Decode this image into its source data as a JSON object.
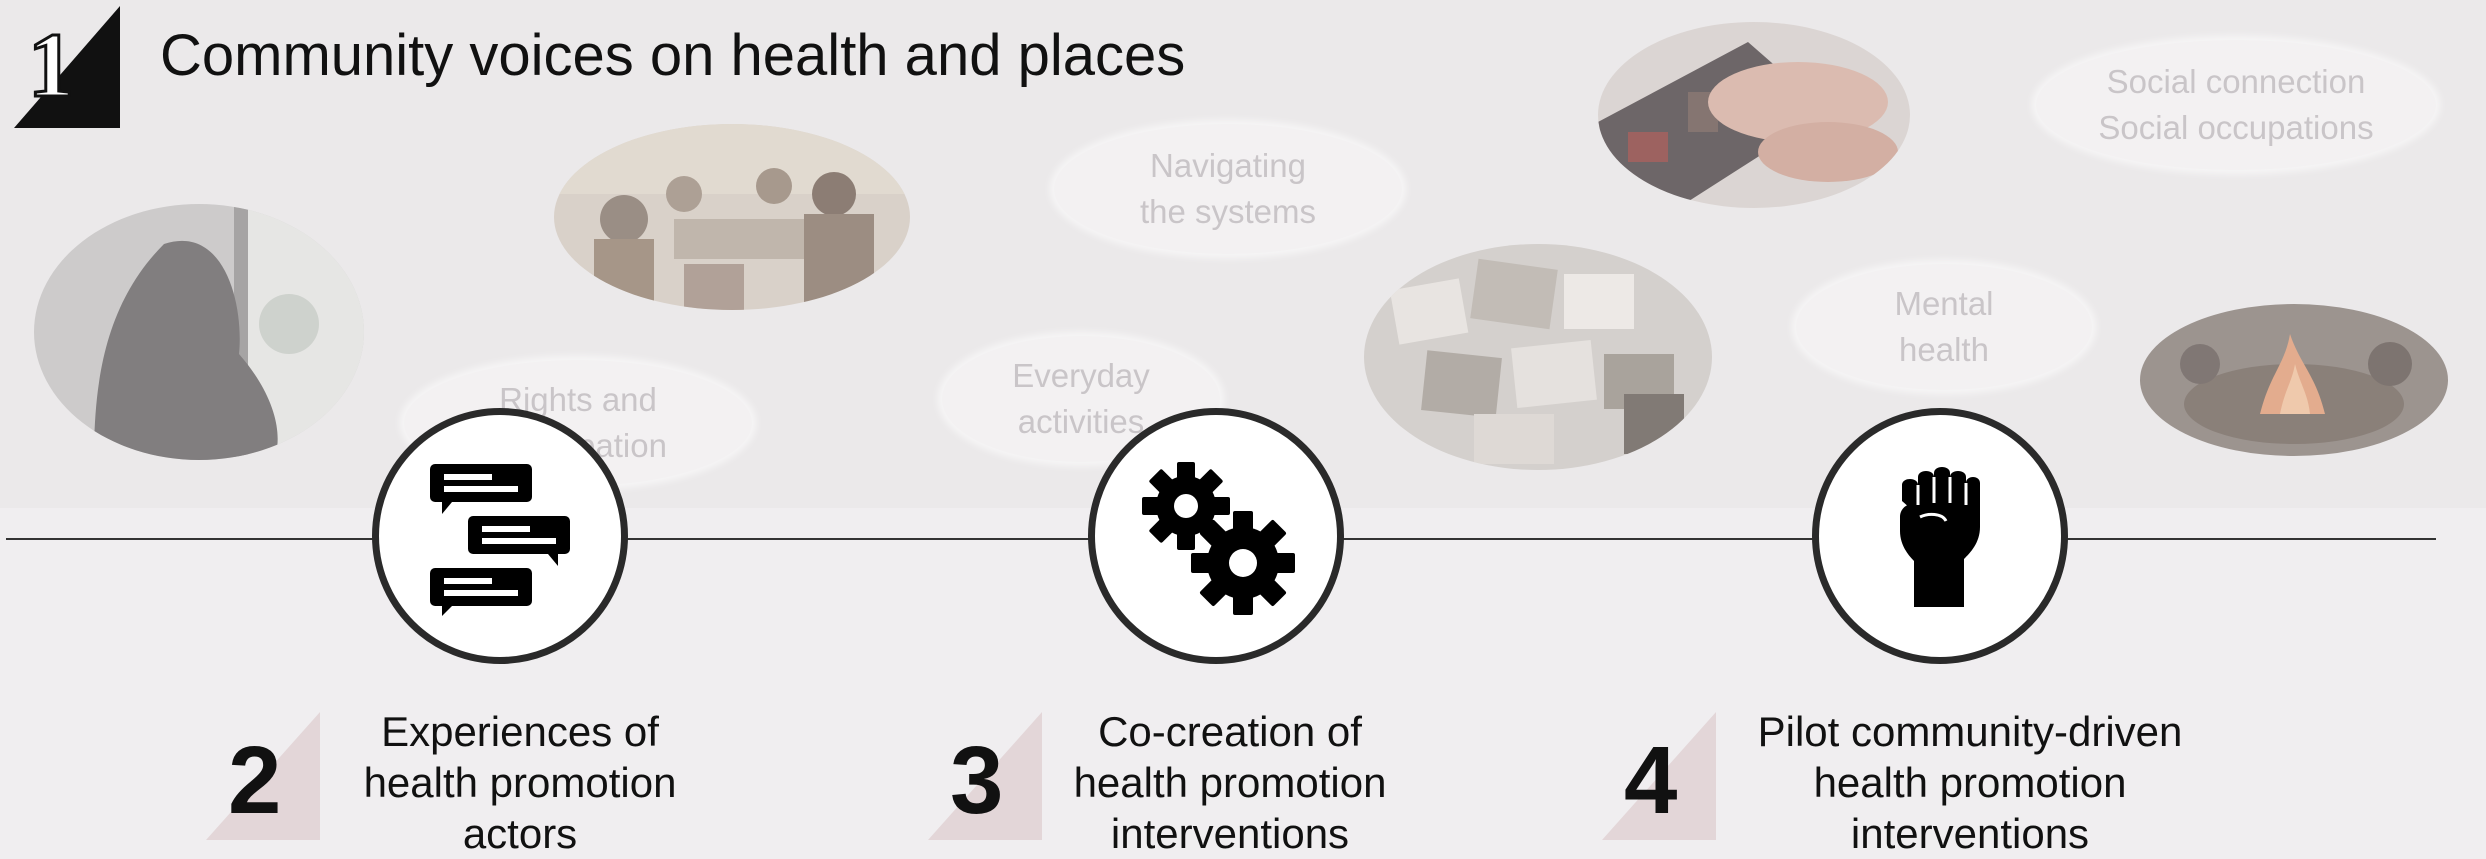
{
  "header": {
    "number": "1",
    "title": "Community voices on health and places"
  },
  "themes": [
    {
      "id": "navigating",
      "text": "Navigating\nthe systems"
    },
    {
      "id": "social",
      "text": "Social connection\nSocial occupations"
    },
    {
      "id": "mental",
      "text": "Mental\nhealth"
    },
    {
      "id": "everyday",
      "text": "Everyday\nactivities"
    },
    {
      "id": "rights",
      "text": "Rights and\nparticipation"
    }
  ],
  "stages": [
    {
      "number": "2",
      "label": "Experiences of\nhealth promotion\nactors",
      "icon": "chat-bubbles-icon"
    },
    {
      "number": "3",
      "label": "Co-creation of\nhealth promotion\ninterventions",
      "icon": "gears-icon"
    },
    {
      "number": "4",
      "label": "Pilot community-driven\nhealth promotion\ninterventions",
      "icon": "raised-fist-icon"
    }
  ],
  "colors": {
    "background": "#f0eef0",
    "band": "#ebe9ea",
    "badge": "#e3d6d8",
    "line": "#333333",
    "faded_text": "#c9c5c8"
  }
}
